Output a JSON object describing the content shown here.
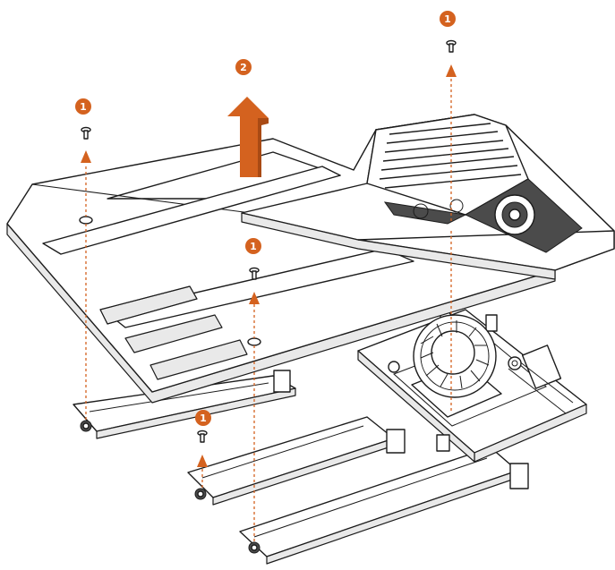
{
  "diagram": {
    "accent_color": "#d4621f",
    "line_color": "#1c1c1c",
    "markers": [
      {
        "id": "m1",
        "label": "1"
      },
      {
        "id": "m2",
        "label": "1"
      },
      {
        "id": "m3",
        "label": "1"
      },
      {
        "id": "m4",
        "label": "1"
      },
      {
        "id": "m5",
        "label": "2"
      }
    ]
  }
}
